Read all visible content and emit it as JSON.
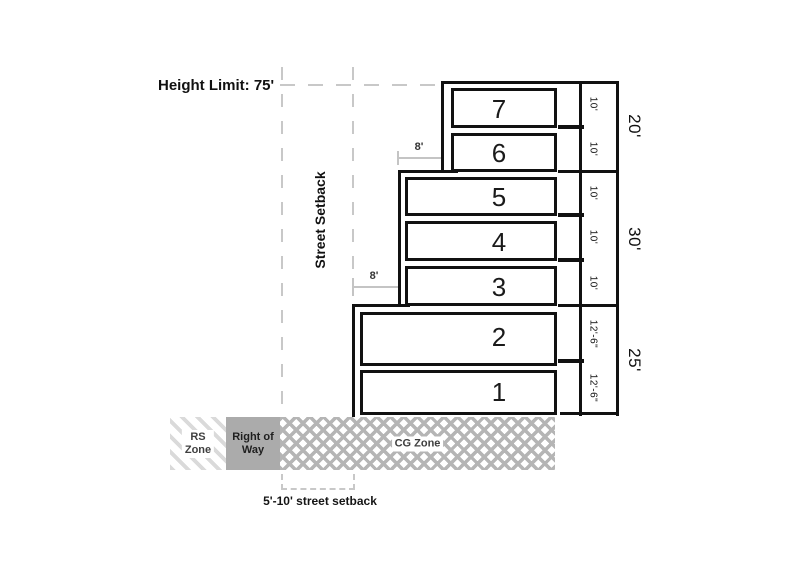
{
  "height_limit_label": "Height Limit: 75'",
  "street_setback_label": "Street Setback",
  "stepbacks": {
    "upper": "8'",
    "lower": "8'"
  },
  "floors": [
    {
      "num": "7",
      "dim": "10'"
    },
    {
      "num": "6",
      "dim": "10'"
    },
    {
      "num": "5",
      "dim": "10'"
    },
    {
      "num": "4",
      "dim": "10'"
    },
    {
      "num": "3",
      "dim": "10'"
    },
    {
      "num": "2",
      "dim": "12'-6\""
    },
    {
      "num": "1",
      "dim": "12'-6\""
    }
  ],
  "groups": [
    {
      "label": "20'"
    },
    {
      "label": "30'"
    },
    {
      "label": "25'"
    }
  ],
  "zones": {
    "rs_line1": "RS",
    "rs_line2": "Zone",
    "row_line1": "Right of",
    "row_line2": "Way",
    "cg": "CG Zone"
  },
  "setback_note": "5'-10' street setback",
  "colors": {
    "line": "#111111",
    "dash_gray": "#c8c8c8",
    "dim_gray": "#c4c4c4",
    "row_gray": "#ababab",
    "hatch_gray": "#b5b5b5",
    "stripe_gray": "#dadada"
  }
}
